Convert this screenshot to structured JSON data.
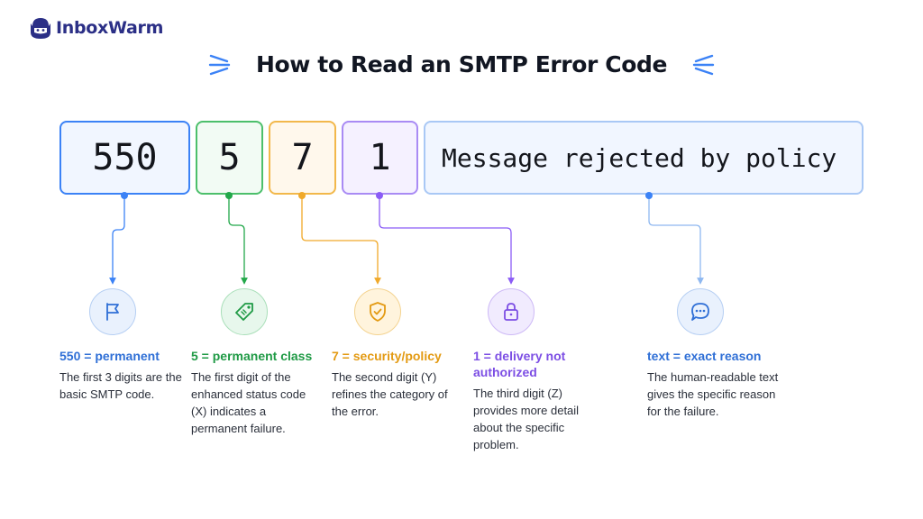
{
  "brand": {
    "name": "InboxWarm"
  },
  "title": "How to Read an SMTP Error Code",
  "code": {
    "basic": "550",
    "class": "5",
    "subject": "7",
    "detail": "1",
    "message": "Message rejected by policy"
  },
  "colors": {
    "blue": "#3b82f6",
    "green": "#22a84a",
    "orange": "#f0a92a",
    "purple": "#8b5cf6",
    "light_blue": "#6aa5f2"
  },
  "parts": [
    {
      "heading": "550 = permanent",
      "body": "The first 3 digits are the basic SMTP code.",
      "icon": "flag-icon",
      "color": "#2f6fd6"
    },
    {
      "heading": "5 = permanent class",
      "body": "The first digit of the enhanced status code (X) indicates a permanent failure.",
      "icon": "tag-icon",
      "color": "#1f9a45"
    },
    {
      "heading": "7 = security/policy",
      "body": "The second digit (Y) refines the category of the error.",
      "icon": "shield-check-icon",
      "color": "#e39a12"
    },
    {
      "heading": "1 = delivery not authorized",
      "body": "The third digit (Z) provides more detail about the specific problem.",
      "icon": "lock-icon",
      "color": "#7c4ee4"
    },
    {
      "heading": "text = exact reason",
      "body": "The human-readable text gives the specific reason for the failure.",
      "icon": "chat-bubble-icon",
      "color": "#2f6fd6"
    }
  ]
}
